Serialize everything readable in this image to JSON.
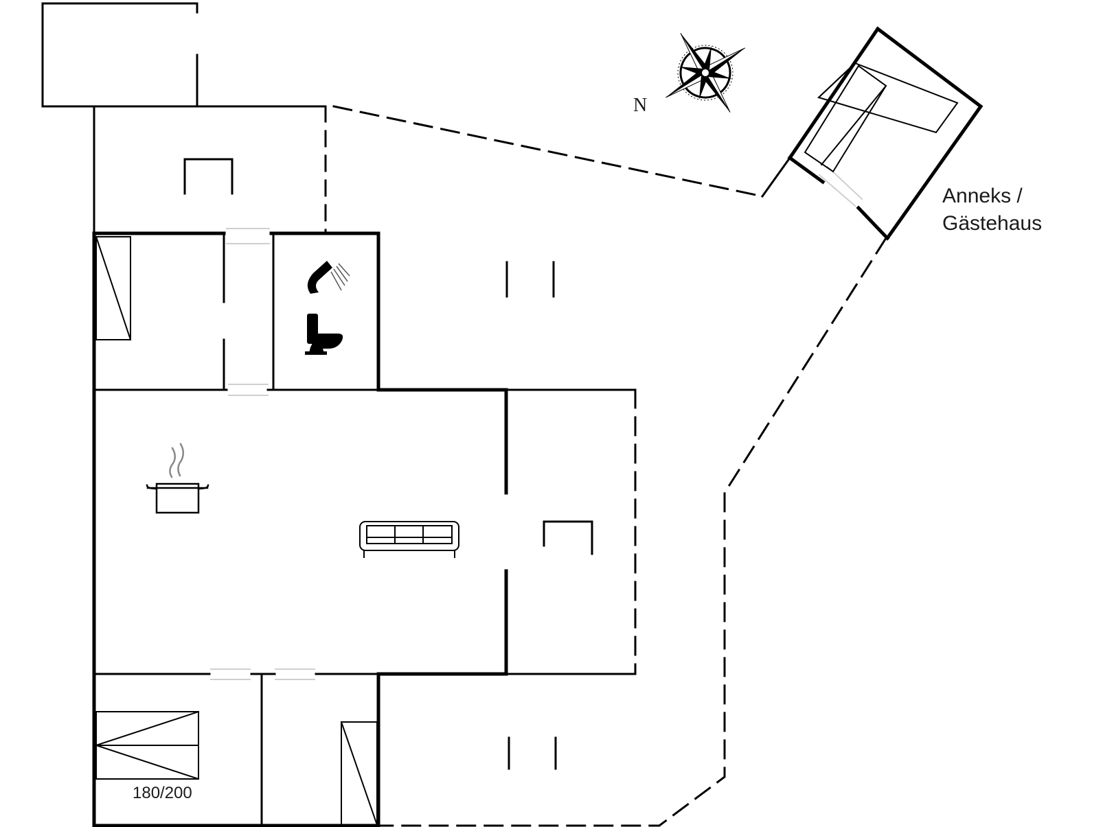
{
  "labels": {
    "annex_line1": "Anneks /",
    "annex_line2": "Gästehaus",
    "north": "N",
    "bed_size": "180/200"
  },
  "icons": [
    "compass-rose-icon",
    "shower-icon",
    "toilet-icon",
    "cooking-pot-icon",
    "sofa-icon",
    "double-bed-icon",
    "single-bed-icon",
    "chair-icon"
  ],
  "colors": {
    "line": "#000000",
    "background": "#ffffff"
  }
}
